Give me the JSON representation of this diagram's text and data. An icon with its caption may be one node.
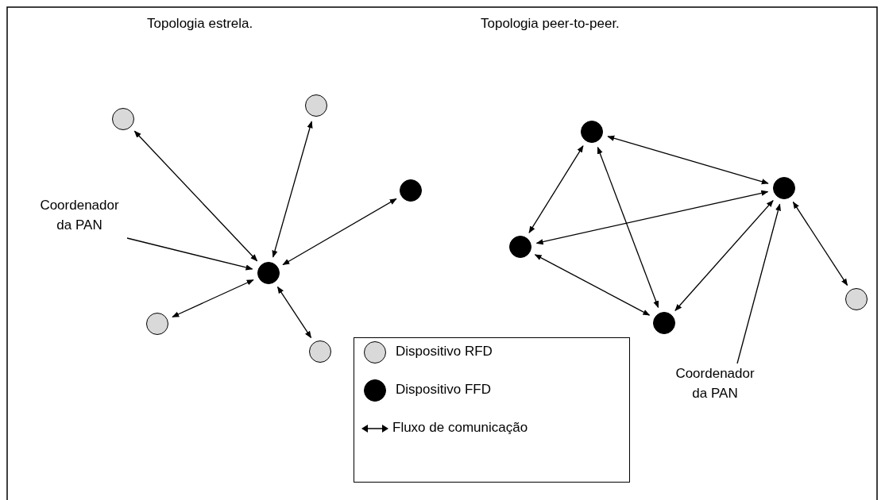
{
  "diagram": {
    "nodes": [
      {
        "text": [],
        "shape": "circle"
      },
      {
        "text": [],
        "shape": "circle"
      },
      {
        "text": [],
        "shape": "circle"
      },
      {
        "text": [],
        "shape": "circle"
      },
      {
        "text": [],
        "shape": "circle"
      },
      {
        "text": [],
        "shape": "circle"
      },
      {
        "text": [],
        "shape": "circle"
      },
      {
        "text": [],
        "shape": "circle"
      },
      {
        "text": [],
        "shape": "circle"
      },
      {
        "text": [],
        "shape": "circle"
      },
      {
        "text": [],
        "shape": "circle"
      },
      {
        "text": [
          "Coordenador da PAN"
        ]
      },
      {
        "text": [
          "Coordenador da PAN"
        ]
      }
    ],
    "edges": [
      {
        "from": 0,
        "to": 3,
        "arrow": "both"
      },
      {
        "from": 1,
        "to": 3,
        "arrow": "both"
      },
      {
        "from": 2,
        "to": 3,
        "arrow": "both"
      },
      {
        "from": 4,
        "to": 3,
        "arrow": "both"
      },
      {
        "from": 5,
        "to": 3,
        "arrow": "both"
      },
      {
        "from": 6,
        "to": 8,
        "arrow": "both"
      },
      {
        "from": 6,
        "to": 7,
        "arrow": "both"
      },
      {
        "from": 6,
        "to": 9,
        "arrow": "both"
      },
      {
        "from": 7,
        "to": 8,
        "arrow": "both"
      },
      {
        "from": 8,
        "to": 9,
        "arrow": "both"
      },
      {
        "from": 7,
        "to": 9,
        "arrow": "both"
      },
      {
        "from": 7,
        "to": 10,
        "arrow": "both"
      },
      {
        "from": 11,
        "to": 3,
        "arrow": "to"
      },
      {
        "from": 12,
        "to": 7,
        "arrow": "to"
      }
    ],
    "labels": [
      "Topologia estrela.",
      "Topologia peer-to-peer."
    ],
    "legend": [
      {
        "text": "Dispositivo RFD",
        "color": "#d9d9d9"
      },
      {
        "text": "Dispositivo FFD",
        "color": "#000000"
      },
      {
        "text": "Fluxo de comunicação"
      }
    ]
  }
}
